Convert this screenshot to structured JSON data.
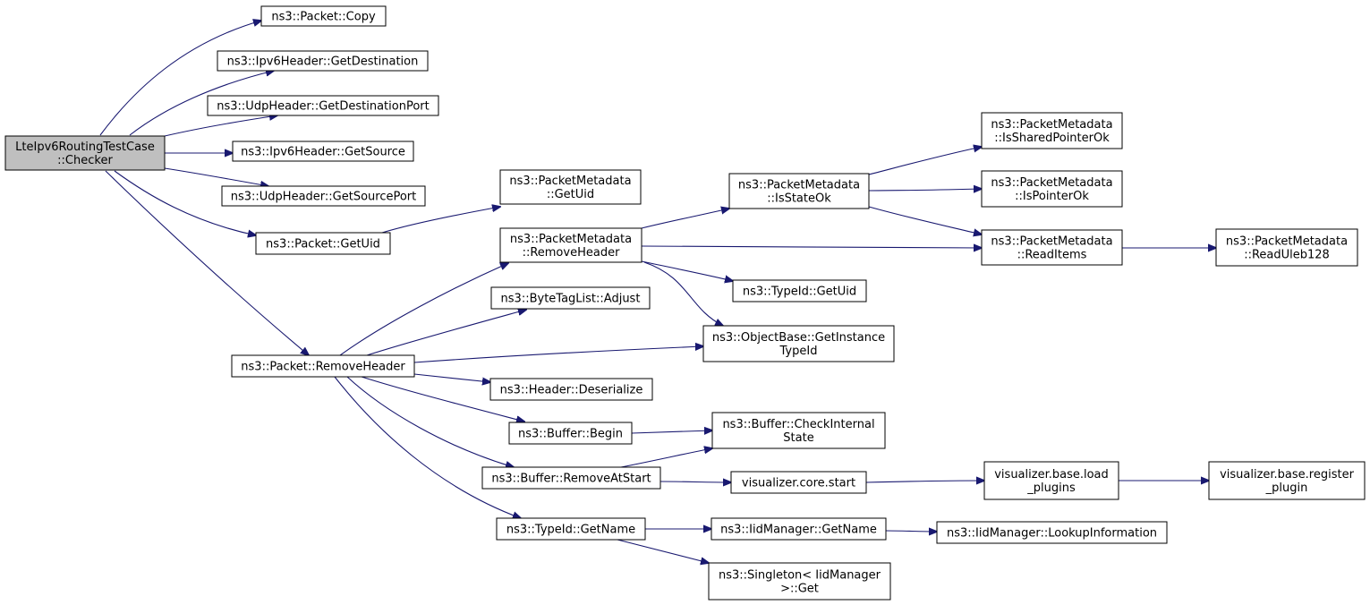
{
  "nodes": [
    {
      "id": "checker",
      "lines": [
        "LteIpv6RoutingTestCase",
        "::Checker"
      ],
      "root": true
    },
    {
      "id": "packet_copy",
      "lines": [
        "ns3::Packet::Copy"
      ]
    },
    {
      "id": "ipv6_getdest",
      "lines": [
        "ns3::Ipv6Header::GetDestination"
      ]
    },
    {
      "id": "udp_getdestport",
      "lines": [
        "ns3::UdpHeader::GetDestinationPort"
      ]
    },
    {
      "id": "ipv6_getsrc",
      "lines": [
        "ns3::Ipv6Header::GetSource"
      ]
    },
    {
      "id": "udp_getsrcport",
      "lines": [
        "ns3::UdpHeader::GetSourcePort"
      ]
    },
    {
      "id": "packet_getuid",
      "lines": [
        "ns3::Packet::GetUid"
      ]
    },
    {
      "id": "packet_removeheader",
      "lines": [
        "ns3::Packet::RemoveHeader"
      ]
    },
    {
      "id": "pm_getuid",
      "lines": [
        "ns3::PacketMetadata",
        "::GetUid"
      ]
    },
    {
      "id": "pm_removeheader",
      "lines": [
        "ns3::PacketMetadata",
        "::RemoveHeader"
      ]
    },
    {
      "id": "btl_adjust",
      "lines": [
        "ns3::ByteTagList::Adjust"
      ]
    },
    {
      "id": "header_deser",
      "lines": [
        "ns3::Header::Deserialize"
      ]
    },
    {
      "id": "buffer_begin",
      "lines": [
        "ns3::Buffer::Begin"
      ]
    },
    {
      "id": "buffer_removeatstart",
      "lines": [
        "ns3::Buffer::RemoveAtStart"
      ]
    },
    {
      "id": "typeid_getname",
      "lines": [
        "ns3::TypeId::GetName"
      ]
    },
    {
      "id": "pm_isstateok",
      "lines": [
        "ns3::PacketMetadata",
        "::IsStateOk"
      ]
    },
    {
      "id": "typeid_getuid",
      "lines": [
        "ns3::TypeId::GetUid"
      ]
    },
    {
      "id": "ob_getinstance",
      "lines": [
        "ns3::ObjectBase::GetInstance",
        "TypeId"
      ]
    },
    {
      "id": "buffer_checkinternal",
      "lines": [
        "ns3::Buffer::CheckInternal",
        "State"
      ]
    },
    {
      "id": "viz_core_start",
      "lines": [
        "visualizer.core.start"
      ]
    },
    {
      "id": "iid_getname",
      "lines": [
        "ns3::IidManager::GetName"
      ]
    },
    {
      "id": "singleton_get",
      "lines": [
        "ns3::Singleton< IidManager",
        ">::Get"
      ]
    },
    {
      "id": "pm_issharedptr",
      "lines": [
        "ns3::PacketMetadata",
        "::IsSharedPointerOk"
      ]
    },
    {
      "id": "pm_isptrok",
      "lines": [
        "ns3::PacketMetadata",
        "::IsPointerOk"
      ]
    },
    {
      "id": "pm_readitems",
      "lines": [
        "ns3::PacketMetadata",
        "::ReadItems"
      ]
    },
    {
      "id": "viz_base_load",
      "lines": [
        "visualizer.base.load",
        "_plugins"
      ]
    },
    {
      "id": "iid_lookup",
      "lines": [
        "ns3::IidManager::LookupInformation"
      ]
    },
    {
      "id": "pm_readuleb",
      "lines": [
        "ns3::PacketMetadata",
        "::ReadUleb128"
      ]
    },
    {
      "id": "viz_base_register",
      "lines": [
        "visualizer.base.register",
        "_plugin"
      ]
    }
  ],
  "edges": [
    [
      "checker",
      "packet_copy"
    ],
    [
      "checker",
      "ipv6_getdest"
    ],
    [
      "checker",
      "udp_getdestport"
    ],
    [
      "checker",
      "ipv6_getsrc"
    ],
    [
      "checker",
      "udp_getsrcport"
    ],
    [
      "checker",
      "packet_getuid"
    ],
    [
      "checker",
      "packet_removeheader"
    ],
    [
      "packet_getuid",
      "pm_getuid"
    ],
    [
      "packet_removeheader",
      "pm_removeheader"
    ],
    [
      "packet_removeheader",
      "btl_adjust"
    ],
    [
      "packet_removeheader",
      "ob_getinstance"
    ],
    [
      "packet_removeheader",
      "header_deser"
    ],
    [
      "packet_removeheader",
      "buffer_begin"
    ],
    [
      "packet_removeheader",
      "buffer_removeatstart"
    ],
    [
      "packet_removeheader",
      "typeid_getname"
    ],
    [
      "pm_removeheader",
      "pm_isstateok"
    ],
    [
      "pm_removeheader",
      "pm_readitems"
    ],
    [
      "pm_removeheader",
      "typeid_getuid"
    ],
    [
      "pm_removeheader",
      "ob_getinstance"
    ],
    [
      "pm_isstateok",
      "pm_issharedptr"
    ],
    [
      "pm_isstateok",
      "pm_isptrok"
    ],
    [
      "pm_isstateok",
      "pm_readitems"
    ],
    [
      "pm_readitems",
      "pm_readuleb"
    ],
    [
      "buffer_begin",
      "buffer_checkinternal"
    ],
    [
      "buffer_removeatstart",
      "buffer_checkinternal"
    ],
    [
      "buffer_removeatstart",
      "viz_core_start"
    ],
    [
      "viz_core_start",
      "viz_base_load"
    ],
    [
      "viz_base_load",
      "viz_base_register"
    ],
    [
      "typeid_getname",
      "iid_getname"
    ],
    [
      "typeid_getname",
      "singleton_get"
    ],
    [
      "iid_getname",
      "iid_lookup"
    ]
  ]
}
